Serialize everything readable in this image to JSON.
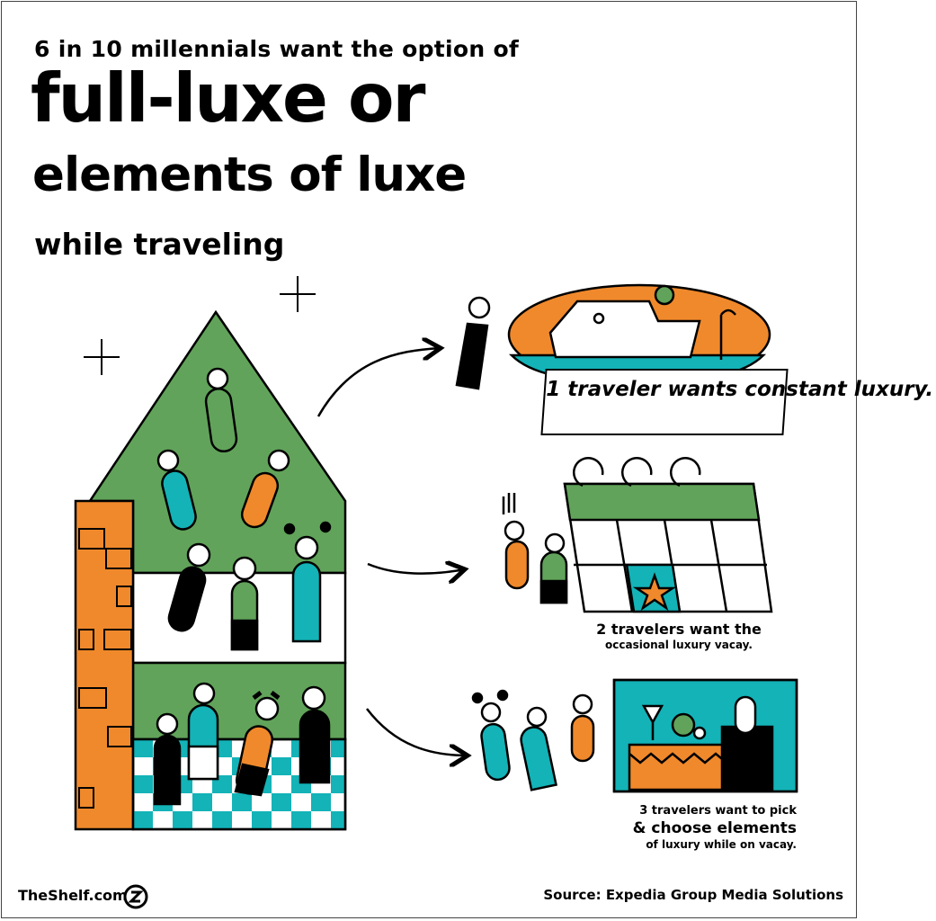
{
  "title": {
    "line1": "6 in 10 millennials want the option of",
    "line2": "full-luxe or",
    "line3": "elements of luxe",
    "line4": "while traveling"
  },
  "captions": {
    "constant": "1 traveler wants constant luxury.",
    "occasional_line1": "2 travelers want the",
    "occasional_line2": "occasional luxury vacay.",
    "pick_line1": "3 travelers want to pick",
    "pick_line2": "& choose elements",
    "pick_line3": "of luxury while on vacay."
  },
  "footer": {
    "brand": "TheShelf.com",
    "source": "Source: Expedia Group Media Solutions"
  },
  "colors": {
    "green": "#61a35a",
    "orange": "#f0892b",
    "teal": "#13b3b7",
    "black": "#000000"
  }
}
